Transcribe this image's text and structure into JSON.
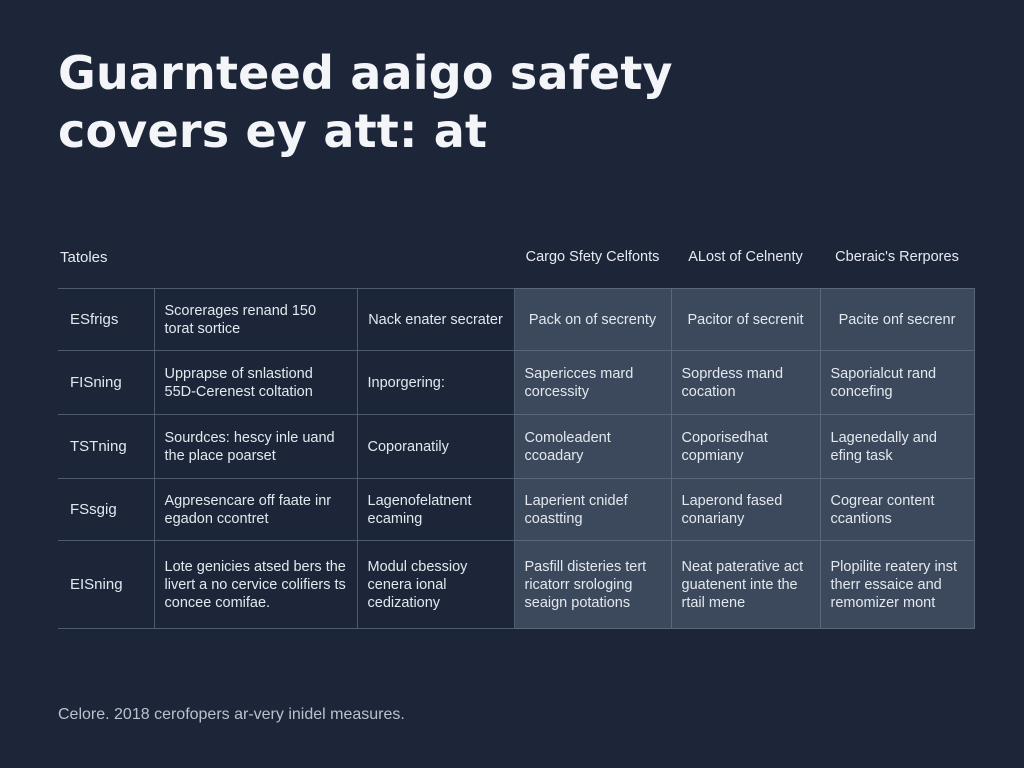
{
  "title": {
    "line1": "Guarnteed aaigo safety",
    "line2": "covers ey att: at"
  },
  "table": {
    "corner_label": "Tatoles",
    "headers": [
      "",
      "",
      "Cargo Sfety Celfonts",
      "ALost of Celnenty",
      "Cberaic's Rerpores"
    ],
    "rows": [
      {
        "label": "ESfrigs",
        "cells": [
          "Scorerages renand 150 torat sortice",
          "Nack enater secrater",
          "Pack on of secrenty",
          "Pacitor of secrenit",
          "Pacite onf secrenr"
        ]
      },
      {
        "label": "FISning",
        "cells": [
          "Upprapse of snlastiond 55D-Cerenest coltation",
          "Inporgering:",
          "Sapericces mard corcessity",
          "Soprdess mand cocation",
          "Saporialcut rand concefing"
        ]
      },
      {
        "label": "TSTning",
        "cells": [
          "Sourdces: hescy inle uand the place poarset",
          "Coporanatily",
          "Comoleadent ccoadary",
          "Coporisedhat copmiany",
          "Lagenedally and efing task"
        ]
      },
      {
        "label": "FSsgig",
        "cells": [
          "Agpresencare off faate inr egadon ccontret",
          "Lagenofelatnent ecaming",
          "Laperient cnidef coastting",
          "Laperond fased conariany",
          "Cogrear content ccantions"
        ]
      },
      {
        "label": "EISning",
        "cells": [
          "Lote genicies atsed bers the livert a no cervice colifiers ts concee comifae.",
          "Modul cbessioy cenera ional cedizationy",
          "Pasfill disteries tert ricatorr srologing seaign potations",
          "Neat paterative act guatenent inte the rtail mene",
          "Plopilite reatery inst therr essaice and remomizer mont"
        ]
      }
    ]
  },
  "footnote": "Celore. 2018 cerofopers ar-very inidel measures."
}
